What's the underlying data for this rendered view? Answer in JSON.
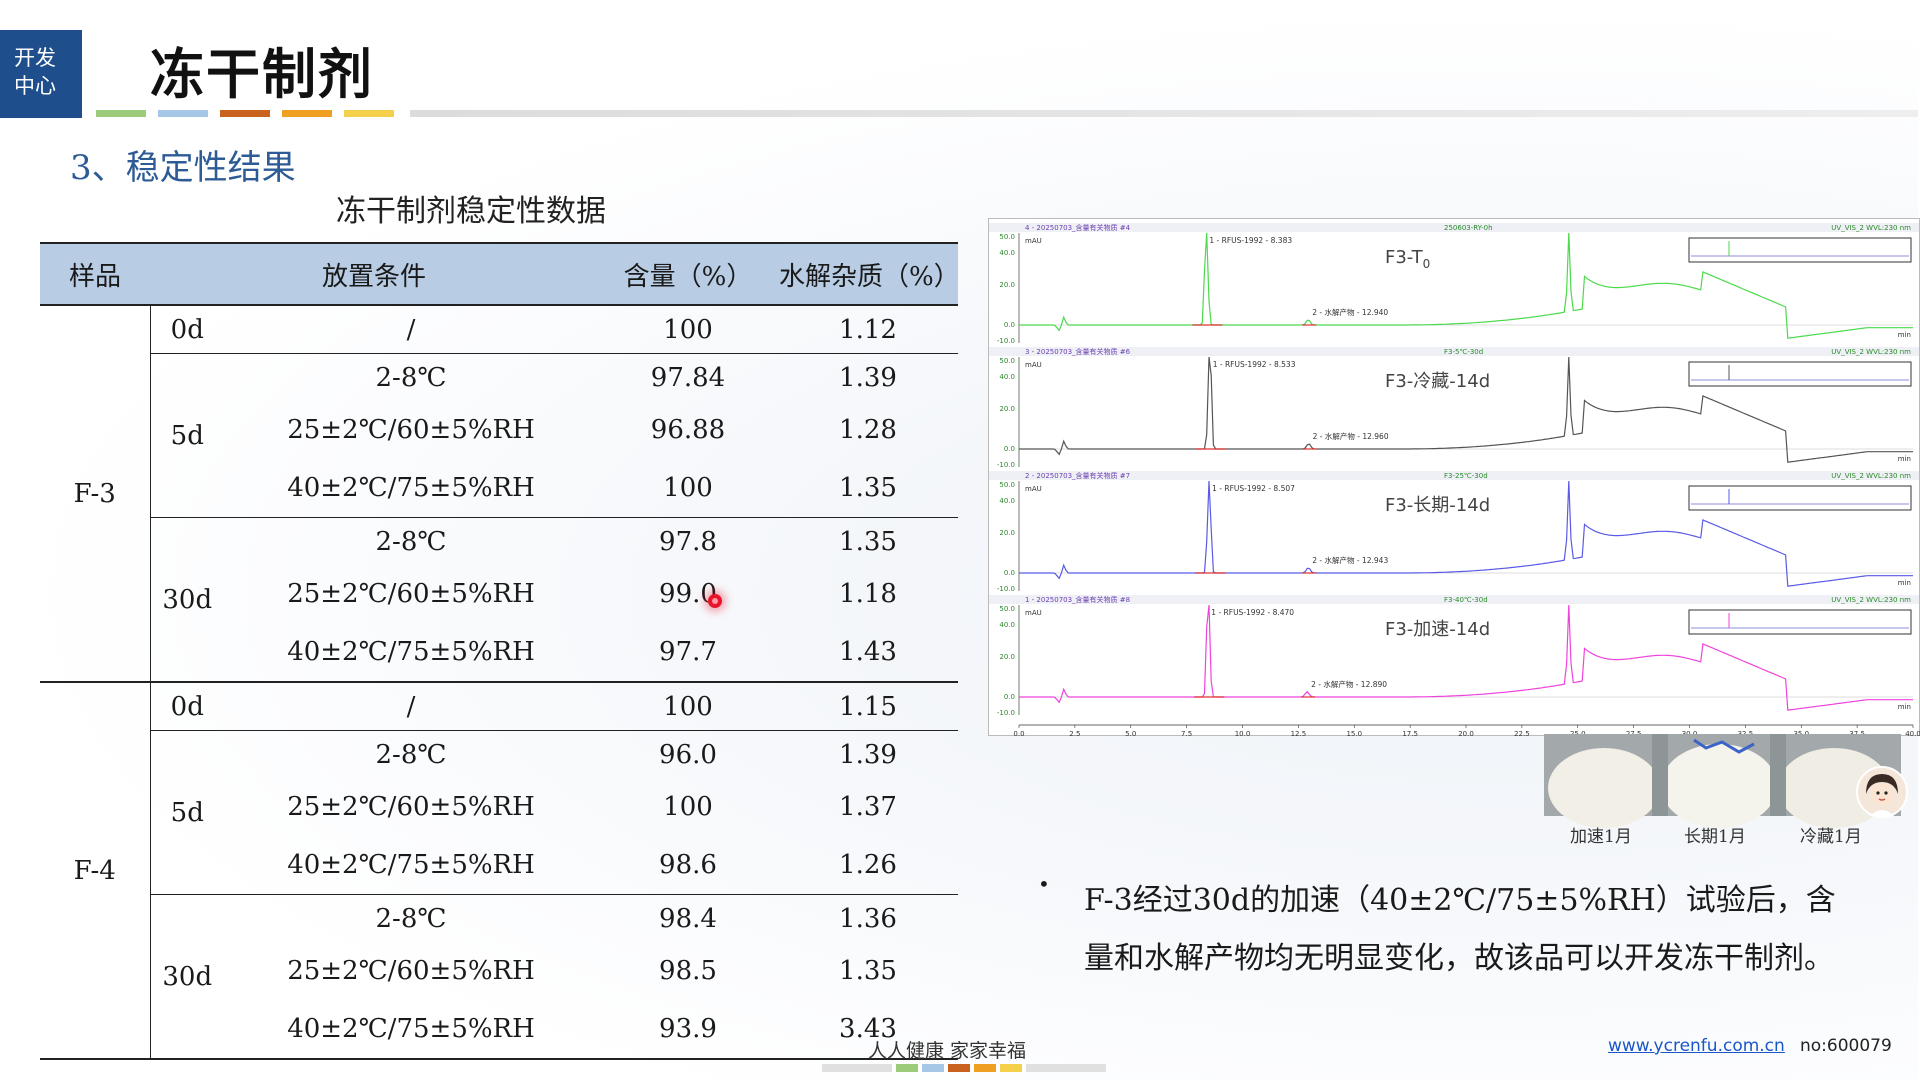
{
  "logo": {
    "line1": "开发",
    "line2": "中心"
  },
  "title": "冻干制剂",
  "section_heading": "3、稳定性结果",
  "table": {
    "caption": "冻干制剂稳定性数据",
    "headers": [
      "样品",
      "放置条件",
      "含量（%）",
      "水解杂质（%）"
    ],
    "groups": [
      {
        "sample": "F-3",
        "periods": [
          {
            "time": "0d",
            "rows": [
              {
                "condition": "/",
                "content": "100",
                "impurity": "1.12"
              }
            ]
          },
          {
            "time": "5d",
            "rows": [
              {
                "condition": "2-8℃",
                "content": "97.84",
                "impurity": "1.39"
              },
              {
                "condition": "25±2℃/60±5%RH",
                "content": "96.88",
                "impurity": "1.28"
              },
              {
                "condition": "40±2℃/75±5%RH",
                "content": "100",
                "impurity": "1.35"
              }
            ]
          },
          {
            "time": "30d",
            "rows": [
              {
                "condition": "2-8℃",
                "content": "97.8",
                "impurity": "1.35"
              },
              {
                "condition": "25±2℃/60±5%RH",
                "content": "99.0",
                "impurity": "1.18"
              },
              {
                "condition": "40±2℃/75±5%RH",
                "content": "97.7",
                "impurity": "1.43"
              }
            ]
          }
        ]
      },
      {
        "sample": "F-4",
        "periods": [
          {
            "time": "0d",
            "rows": [
              {
                "condition": "/",
                "content": "100",
                "impurity": "1.15"
              }
            ]
          },
          {
            "time": "5d",
            "rows": [
              {
                "condition": "2-8℃",
                "content": "96.0",
                "impurity": "1.39"
              },
              {
                "condition": "25±2℃/60±5%RH",
                "content": "100",
                "impurity": "1.37"
              },
              {
                "condition": "40±2℃/75±5%RH",
                "content": "98.6",
                "impurity": "1.26"
              }
            ]
          },
          {
            "time": "30d",
            "rows": [
              {
                "condition": "2-8℃",
                "content": "98.4",
                "impurity": "1.36"
              },
              {
                "condition": "25±2℃/60±5%RH",
                "content": "98.5",
                "impurity": "1.35"
              },
              {
                "condition": "40±2℃/75±5%RH",
                "content": "93.9",
                "impurity": "3.43"
              }
            ]
          }
        ]
      }
    ]
  },
  "chromatogram": {
    "panels": [
      {
        "id": "4",
        "header": "4 - 20250703_含量有关物质 #4",
        "center_text": "250603-RY-0h",
        "label": "F3-T",
        "label_sub": "0",
        "peak1": "1 - RFUS-1992 - 8.383",
        "peak2": "2 - 水解产物 - 12.940",
        "detector": "UV_VIS_2 WVL:230 nm",
        "color": "#4cd94c"
      },
      {
        "id": "3",
        "header": "3 - 20250703_含量有关物质 #6",
        "center_text": "F3-5℃-30d",
        "label": "F3-冷藏-14d",
        "label_sub": "",
        "peak1": "1 - RFUS-1992 - 8.533",
        "peak2": "2 - 水解产物 - 12.960",
        "detector": "UV_VIS_2 WVL:230 nm",
        "color": "#555555"
      },
      {
        "id": "2",
        "header": "2 - 20250703_含量有关物质 #7",
        "center_text": "F3-25℃-30d",
        "label": "F3-长期-14d",
        "label_sub": "",
        "peak1": "1 - RFUS-1992 - 8.507",
        "peak2": "2 - 水解产物 - 12.943",
        "detector": "UV_VIS_2 WVL:230 nm",
        "color": "#5a5ae6"
      },
      {
        "id": "1",
        "header": "1 - 20250703_含量有关物质 #8",
        "center_text": "F3-40℃-30d",
        "label": "F3-加速-14d",
        "label_sub": "",
        "peak1": "1 - RFUS-1992 - 8.470",
        "peak2": "2 - 水解产物 - 12.890",
        "detector": "UV_VIS_2 WVL:230 nm",
        "color": "#ee44dd"
      }
    ],
    "y_unit": "mAU",
    "x_unit": "min",
    "y_ticks": [
      "50.0",
      "40.0",
      "20.0",
      "0.0",
      "-10.0"
    ],
    "x_ticks": [
      "0.0",
      "2.5",
      "5.0",
      "7.5",
      "10.0",
      "12.5",
      "15.0",
      "17.5",
      "20.0",
      "22.5",
      "25.0",
      "27.5",
      "30.0",
      "32.5",
      "35.0",
      "37.5",
      "40.0"
    ]
  },
  "photo_labels": [
    "加速1月",
    "长期1月",
    "冷藏1月"
  ],
  "conclusion": "F-3经过30d的加速（40±2℃/75±5%RH）试验后，含量和水解产物均无明显变化，故该品可以开发冻干制剂。",
  "footer": {
    "slogan": "人人健康  家家幸福",
    "website": "www.ycrenfu.com.cn",
    "page": "no:600079"
  },
  "colors": {
    "brand_blue": "#1f4e8c",
    "header_fill": "#b8cce4",
    "heading_blue": "#2d5b95",
    "accents": [
      "#9ccb7a",
      "#a6c8e6",
      "#c8621e",
      "#f0a020",
      "#f5d04a"
    ]
  }
}
